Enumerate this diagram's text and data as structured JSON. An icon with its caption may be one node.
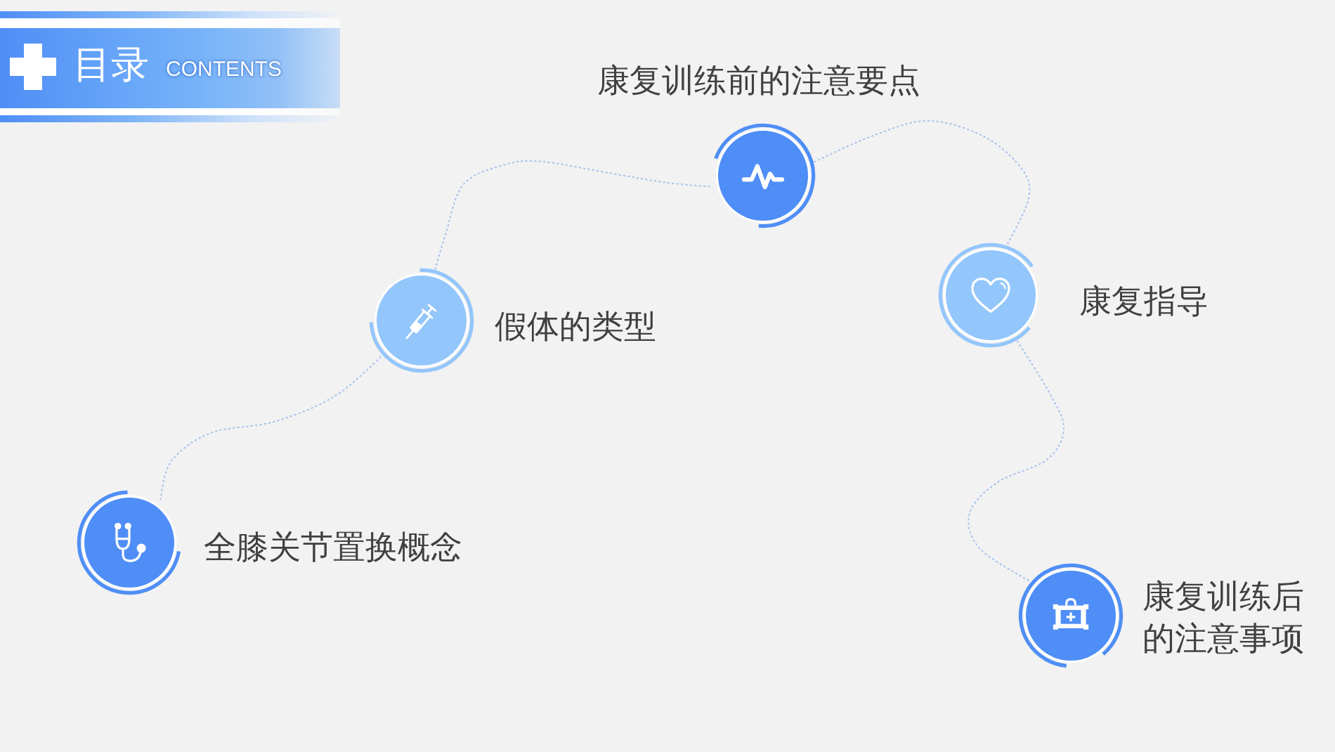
{
  "diagram": {
    "title": "目录",
    "nodes": [
      {
        "text": [],
        "shape": "circle",
        "beside": [
          "全膝关节置换概念"
        ]
      },
      {
        "text": [],
        "shape": "circle",
        "beside": [
          "假体的类型"
        ]
      },
      {
        "text": [],
        "shape": "circle",
        "beside": [
          "康复训练前的注意要点"
        ]
      },
      {
        "text": [],
        "shape": "circle",
        "beside": [
          "康复指导"
        ]
      },
      {
        "text": [],
        "shape": "circle",
        "beside": [
          "康复训练后的注意事项"
        ]
      }
    ],
    "edges": [
      {
        "from": 0,
        "to": 1,
        "arrow": "none",
        "style": "dashed"
      },
      {
        "from": 1,
        "to": 2,
        "arrow": "none",
        "style": "dashed"
      },
      {
        "from": 2,
        "to": 3,
        "arrow": "none",
        "style": "dashed"
      },
      {
        "from": 3,
        "to": 4,
        "arrow": "none",
        "style": "dashed"
      }
    ],
    "labels": [
      "CONTENTS"
    ]
  }
}
